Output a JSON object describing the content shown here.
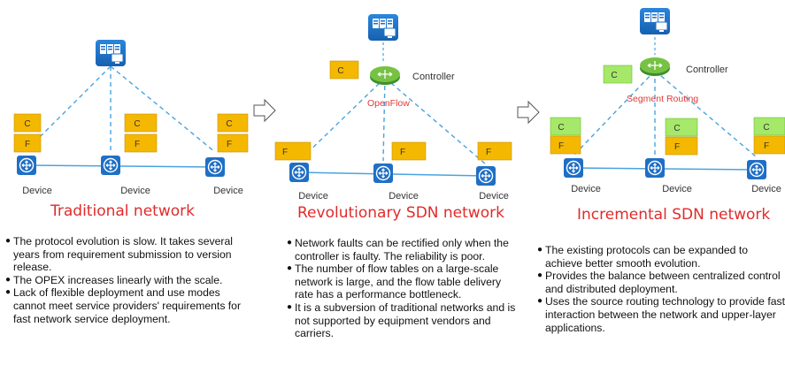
{
  "panels": [
    {
      "title": "Traditional network",
      "device_label": "Device",
      "c_label": "C",
      "f_label": "F",
      "bullets": [
        "The protocol evolution is slow. It takes several years from requirement submission to version release.",
        "The OPEX increases linearly with the scale.",
        "Lack of flexible deployment and use modes cannot meet service providers' requirements for fast network service deployment."
      ]
    },
    {
      "title": "Revolutionary SDN network",
      "device_label": "Device",
      "c_label": "C",
      "f_label": "F",
      "controller_label": "Controller",
      "protocol_label": "OpenFlow",
      "bullets": [
        "Network faults can be rectified only when the controller is faulty. The reliability is poor.",
        "The number of flow tables on a large-scale network is large, and the flow table delivery rate has a performance bottleneck.",
        "It is a subversion of traditional networks and is not supported by equipment vendors and carriers."
      ]
    },
    {
      "title": "Incremental SDN network",
      "device_label": "Device",
      "c_label": "C",
      "f_label": "F",
      "controller_label": "Controller",
      "protocol_label": "Segment Routing",
      "bullets": [
        "The existing protocols can be expanded to achieve better smooth evolution.",
        "Provides the balance between centralized control and distributed deployment.",
        "Uses the source routing technology to provide fast interaction between the network and upper-layer applications."
      ]
    }
  ],
  "colors": {
    "orange": "#f5b800",
    "green": "#a6e86a",
    "device_blue": "#1f6fc5",
    "link_blue": "#4aa3df",
    "heading_red": "#e02b2b"
  }
}
